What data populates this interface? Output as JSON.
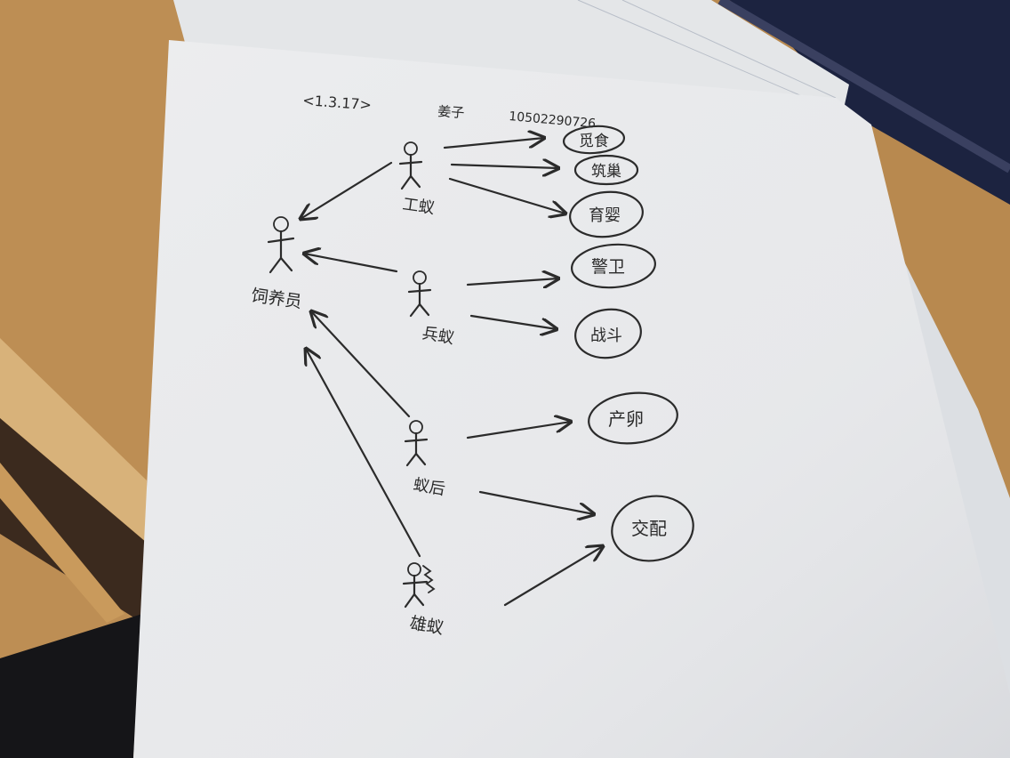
{
  "header": {
    "date": "<1.3.17>",
    "name": "姜子",
    "number": "10502290726"
  },
  "actors": [
    {
      "id": "zookeeper",
      "label": "饲养员",
      "role": "generalized"
    },
    {
      "id": "worker",
      "label": "工蚁"
    },
    {
      "id": "soldier",
      "label": "兵蚁"
    },
    {
      "id": "queen",
      "label": "蚁后"
    },
    {
      "id": "male",
      "label": "雄蚁"
    }
  ],
  "use_cases": [
    {
      "id": "uc-1",
      "label": "觅食",
      "actor": "worker"
    },
    {
      "id": "uc-2",
      "label": "筑巢",
      "actor": "worker"
    },
    {
      "id": "uc-3",
      "label": "育婴",
      "actor": "worker"
    },
    {
      "id": "uc-4",
      "label": "警卫",
      "actor": "soldier"
    },
    {
      "id": "uc-5",
      "label": "战斗",
      "actor": "soldier"
    },
    {
      "id": "uc-6",
      "label": "产卵",
      "actor": "queen"
    },
    {
      "id": "uc-7",
      "label": "交配",
      "actor": [
        "queen",
        "male"
      ]
    }
  ],
  "colors": {
    "desk": "#b88a55",
    "paper": "#e9eaec",
    "ink": "#2b2b2b",
    "binder": "#1c2340"
  }
}
